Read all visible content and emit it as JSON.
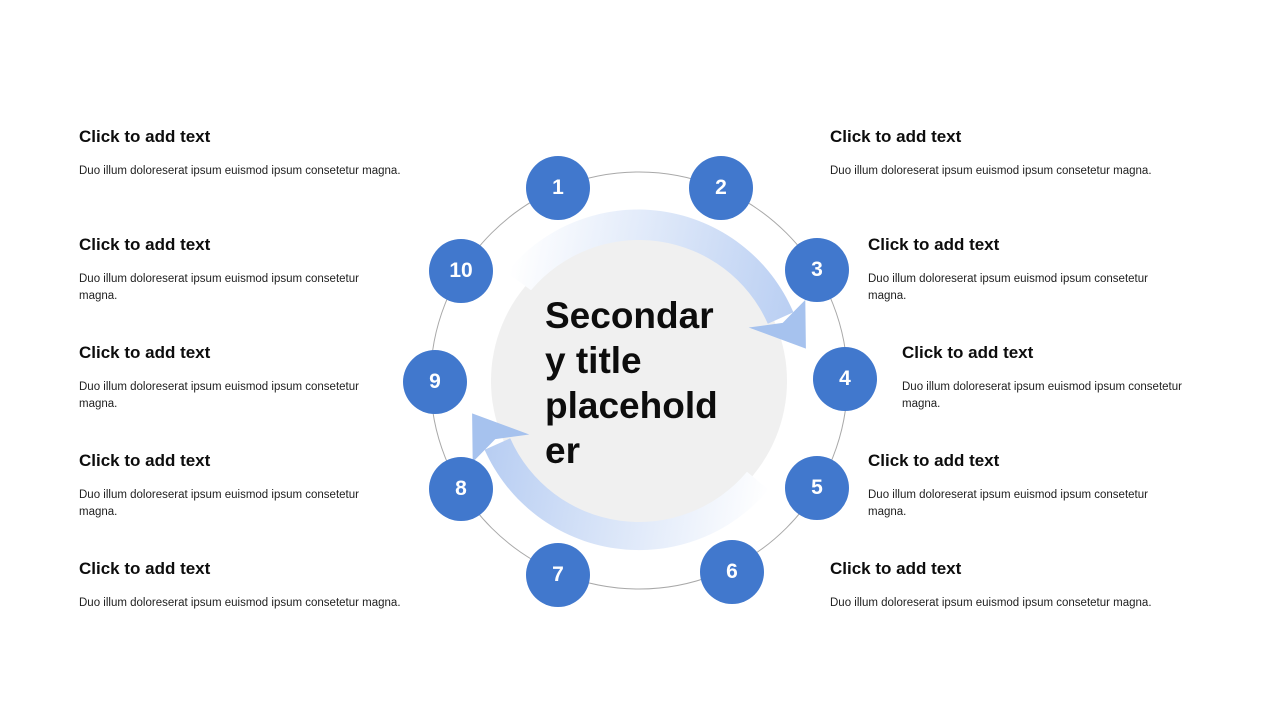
{
  "colors": {
    "circle_blue": "#4178cd",
    "ring_gray": "#a8a8a8",
    "center_gray": "#f0f0f0",
    "arrow_start": "#ffffff",
    "arrow_end": "#b7cdf2",
    "arrow_head": "#a6c2ee",
    "heading_text": "#0d0d0d",
    "body_text": "#212121"
  },
  "center": {
    "title_lines": [
      "Secondar",
      "y title",
      "placehold",
      "er"
    ]
  },
  "cycle": {
    "circles": [
      {
        "label": "1"
      },
      {
        "label": "2"
      },
      {
        "label": "3"
      },
      {
        "label": "4"
      },
      {
        "label": "5"
      },
      {
        "label": "6"
      },
      {
        "label": "7"
      },
      {
        "label": "8"
      },
      {
        "label": "9"
      },
      {
        "label": "10"
      }
    ]
  },
  "left_column": {
    "blocks": [
      {
        "heading": "Click to add text",
        "body": "Duo illum doloreserat ipsum euismod ipsum consetetur magna."
      },
      {
        "heading": "Click to add text",
        "body": "Duo illum doloreserat ipsum euismod ipsum consetetur magna."
      },
      {
        "heading": "Click to add text",
        "body": "Duo illum doloreserat ipsum euismod ipsum consetetur magna."
      },
      {
        "heading": "Click to add text",
        "body": "Duo illum doloreserat ipsum euismod ipsum consetetur magna."
      },
      {
        "heading": "Click to add text",
        "body": "Duo illum doloreserat ipsum euismod ipsum consetetur magna."
      }
    ]
  },
  "right_column": {
    "blocks": [
      {
        "heading": "Click to add text",
        "body": "Duo illum doloreserat ipsum euismod ipsum consetetur magna."
      },
      {
        "heading": "Click to add text",
        "body": "Duo illum doloreserat ipsum euismod ipsum consetetur magna."
      },
      {
        "heading": "Click to add text",
        "body": "Duo illum doloreserat ipsum euismod ipsum consetetur magna."
      },
      {
        "heading": "Click to add text",
        "body": "Duo illum doloreserat ipsum euismod ipsum consetetur magna."
      },
      {
        "heading": "Click to add text",
        "body": "Duo illum doloreserat ipsum euismod ipsum consetetur magna."
      }
    ]
  }
}
